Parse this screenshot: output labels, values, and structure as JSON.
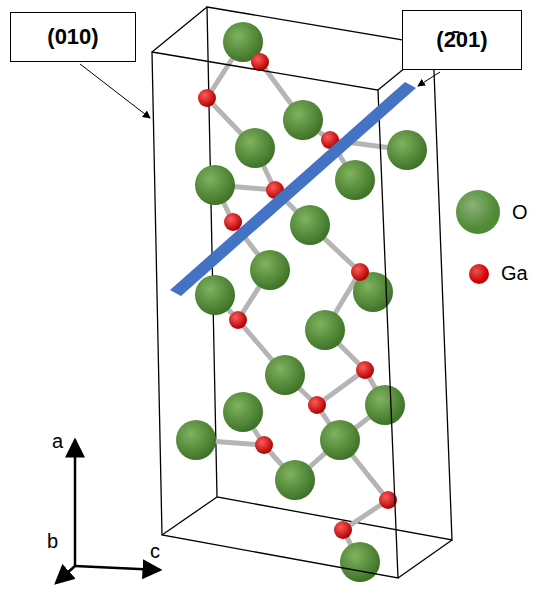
{
  "diagram": {
    "nodes": [
      {
        "text": [
          "(010)"
        ]
      },
      {
        "text": [
          "(2̄01)"
        ]
      }
    ],
    "edges": [],
    "labels": [
      "a",
      "b",
      "c"
    ],
    "legend": [
      {
        "text": "O",
        "color": "#4f8a35"
      },
      {
        "text": "Ga",
        "color": "#d40000"
      }
    ]
  }
}
